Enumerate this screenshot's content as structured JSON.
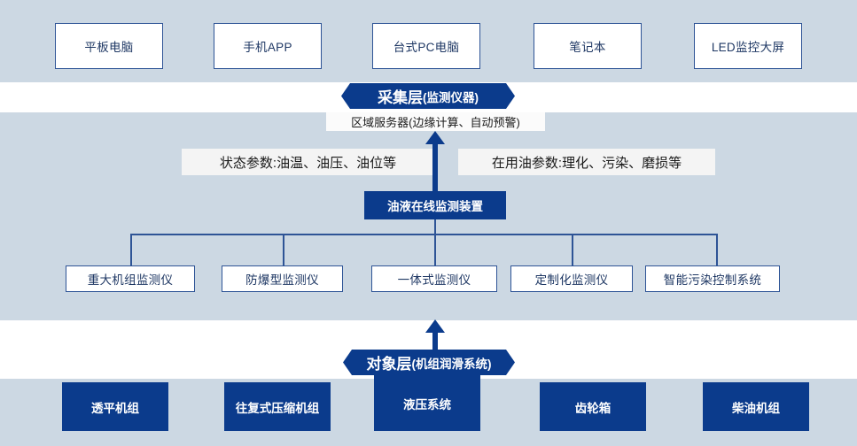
{
  "colors": {
    "panel_bg": "#ccd8e3",
    "navy": "#0b3b8c",
    "outline": "#2e5496",
    "outline_text": "#1f3864",
    "callout_bg": "#f4f4f4",
    "page_bg": "#ffffff"
  },
  "top_layer": {
    "name": "display-terminal-layer",
    "items": [
      {
        "label": "平板电脑"
      },
      {
        "label": "手机APP"
      },
      {
        "label": "台式PC电脑"
      },
      {
        "label": "笔记本"
      },
      {
        "label": "LED监控大屏"
      }
    ]
  },
  "collection_banner": {
    "title": "采集层",
    "subtitle": "(监测仪器)"
  },
  "middle_layer": {
    "server_label": "区域服务器(边缘计算、自动预警)",
    "callouts": [
      {
        "label": "状态参数:油温、油压、油位等"
      },
      {
        "label": "在用油参数:理化、污染、磨损等"
      }
    ],
    "device_title": "油液在线监测装置",
    "devices": [
      {
        "label": "重大机组监测仪"
      },
      {
        "label": "防爆型监测仪"
      },
      {
        "label": "一体式监测仪"
      },
      {
        "label": "定制化监测仪"
      },
      {
        "label": "智能污染控制系统"
      }
    ]
  },
  "object_banner": {
    "title": "对象层",
    "subtitle": "(机组润滑系统)"
  },
  "bottom_layer": {
    "name": "object-equipment-layer",
    "items": [
      {
        "label": "透平机组"
      },
      {
        "label": "往复式压缩机组"
      },
      {
        "label": "液压系统"
      },
      {
        "label": "齿轮箱"
      },
      {
        "label": "柴油机组"
      }
    ]
  }
}
